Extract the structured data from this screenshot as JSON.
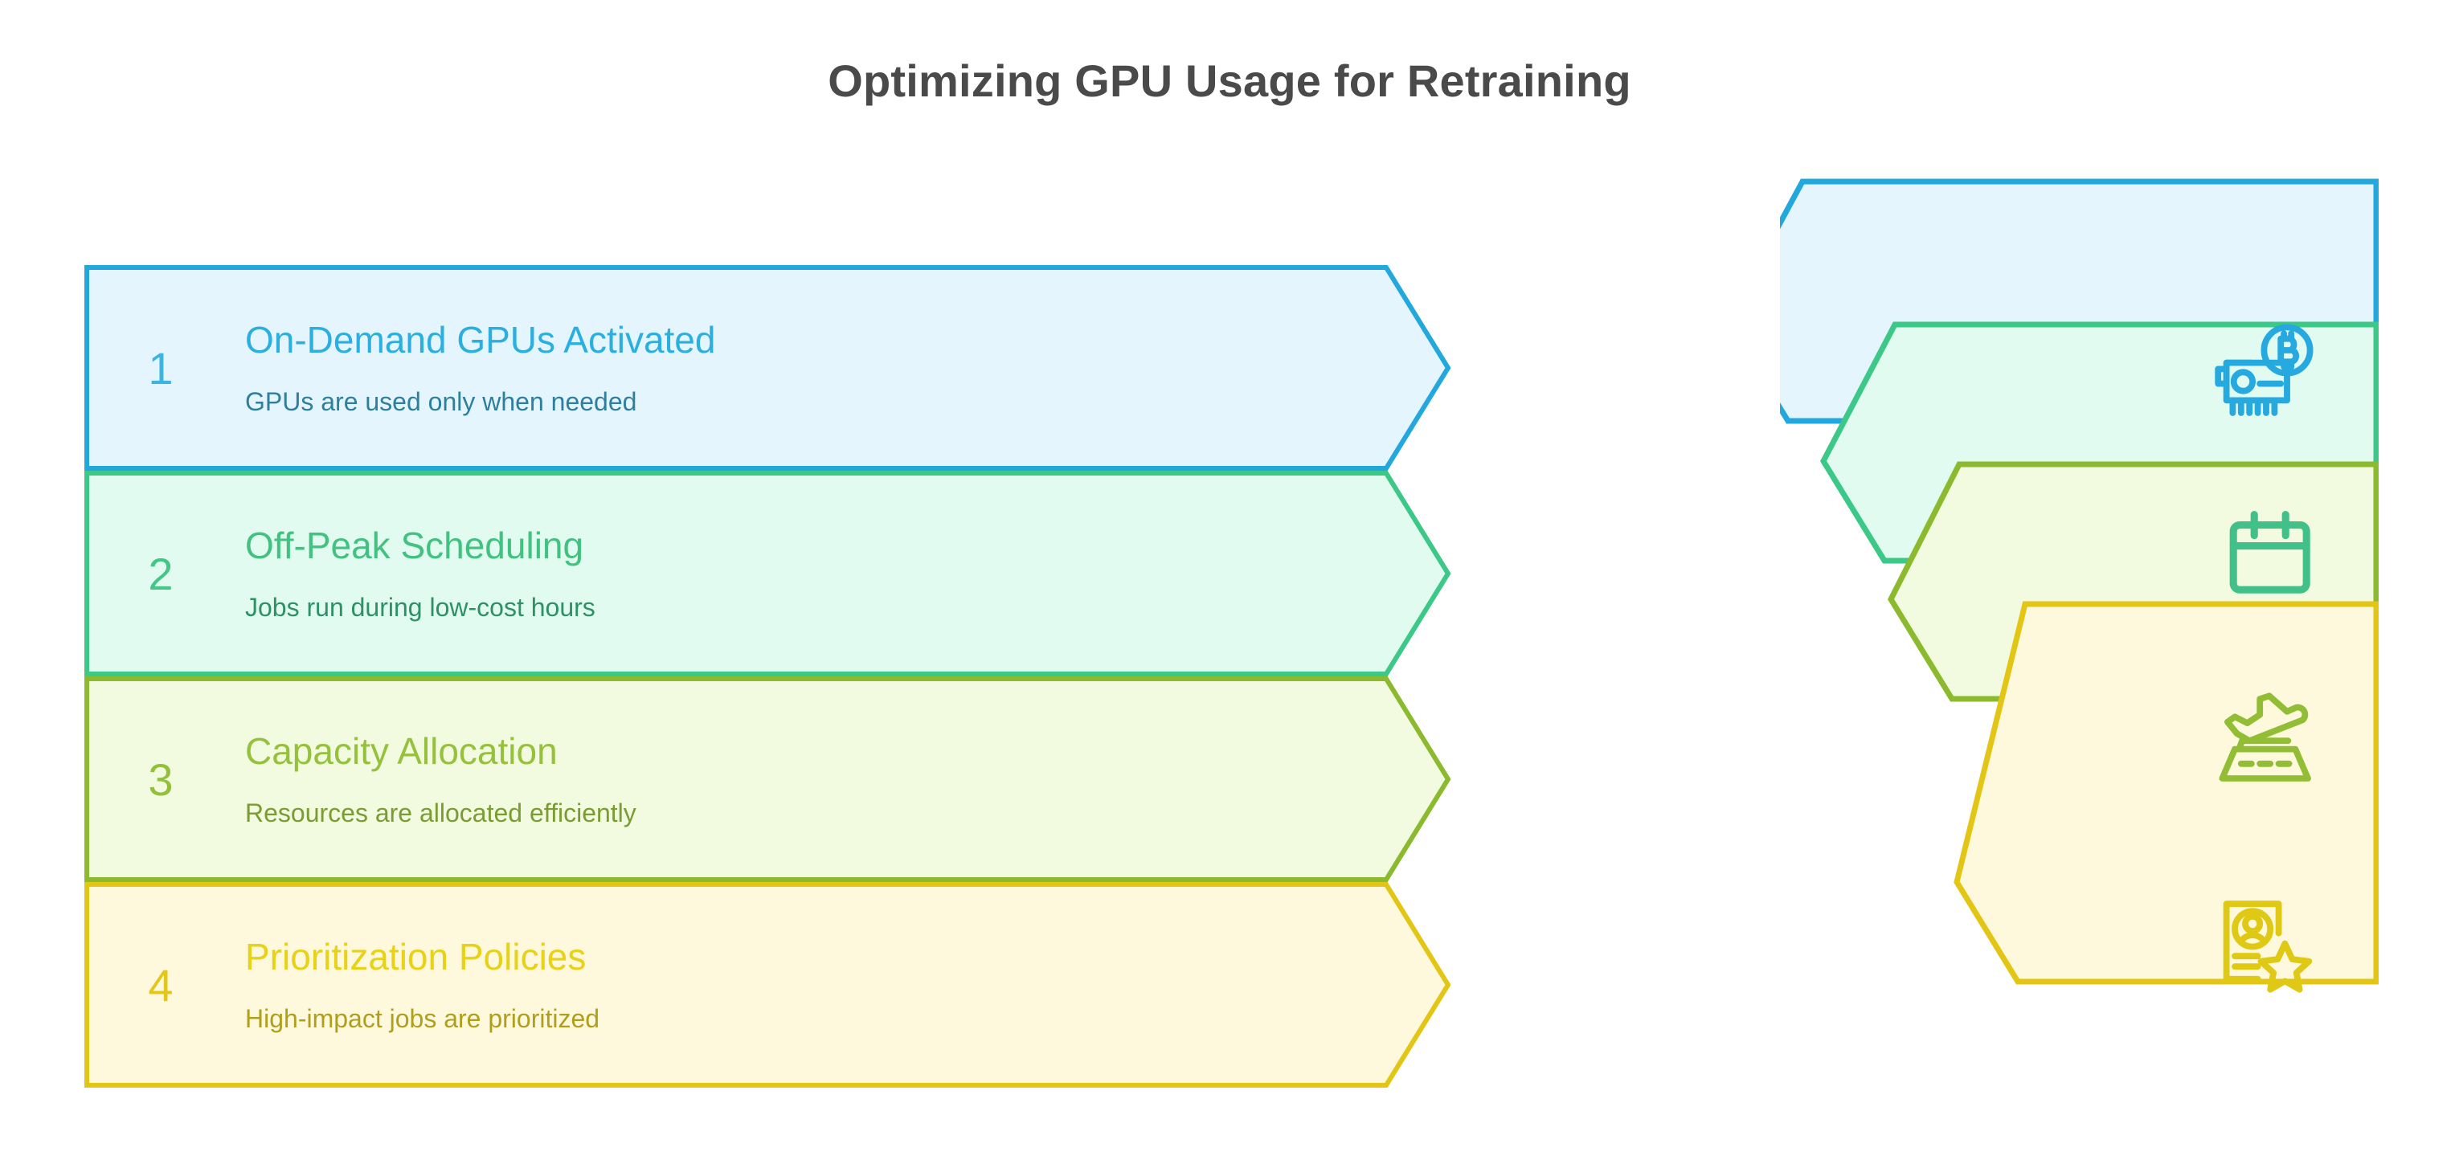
{
  "header": {
    "title": "Optimizing GPU Usage for Retraining",
    "title_color": "#4a4a4a"
  },
  "stages": [
    {
      "number": "1",
      "title": "On-Demand GPUs Activated",
      "subtitle": "GPUs are used only when needed",
      "stroke_color": "#22a8dd",
      "fill_color": "#e5f5fd",
      "title_color": "#2aafe0",
      "number_color": "#3bb4e0",
      "subtitle_color": "#2e7f9e",
      "icon": "gpu-mining-card-icon"
    },
    {
      "number": "2",
      "title": "Off-Peak Scheduling",
      "subtitle": "Jobs run during low-cost hours",
      "stroke_color": "#3cc887",
      "fill_color": "#e2fbf0",
      "title_color": "#42c281",
      "number_color": "#44c686",
      "subtitle_color": "#2e9166",
      "icon": "calendar-icon"
    },
    {
      "number": "3",
      "title": "Capacity Allocation",
      "subtitle": "Resources are allocated efficiently",
      "stroke_color": "#8cba2e",
      "fill_color": "#f2fbdf",
      "title_color": "#95c13c",
      "number_color": "#93c03a",
      "subtitle_color": "#7a9c33",
      "icon": "airplane-takeoff-icon"
    },
    {
      "number": "4",
      "title": "Prioritization Policies",
      "subtitle": "High-impact jobs are prioritized",
      "stroke_color": "#e3c615",
      "fill_color": "#fef8dd",
      "title_color": "#e8d116",
      "number_color": "#e2c61a",
      "subtitle_color": "#b09f1c",
      "icon": "priority-user-card-icon"
    }
  ],
  "chart_data": {
    "type": "table",
    "title": "Optimizing GPU Usage for Retraining",
    "categories": [
      "On-Demand GPUs Activated",
      "Off-Peak Scheduling",
      "Capacity Allocation",
      "Prioritization Policies"
    ],
    "values": [
      1,
      2,
      3,
      4
    ],
    "xlabel": "",
    "ylabel": "",
    "legend_position": "none",
    "grid": false
  }
}
